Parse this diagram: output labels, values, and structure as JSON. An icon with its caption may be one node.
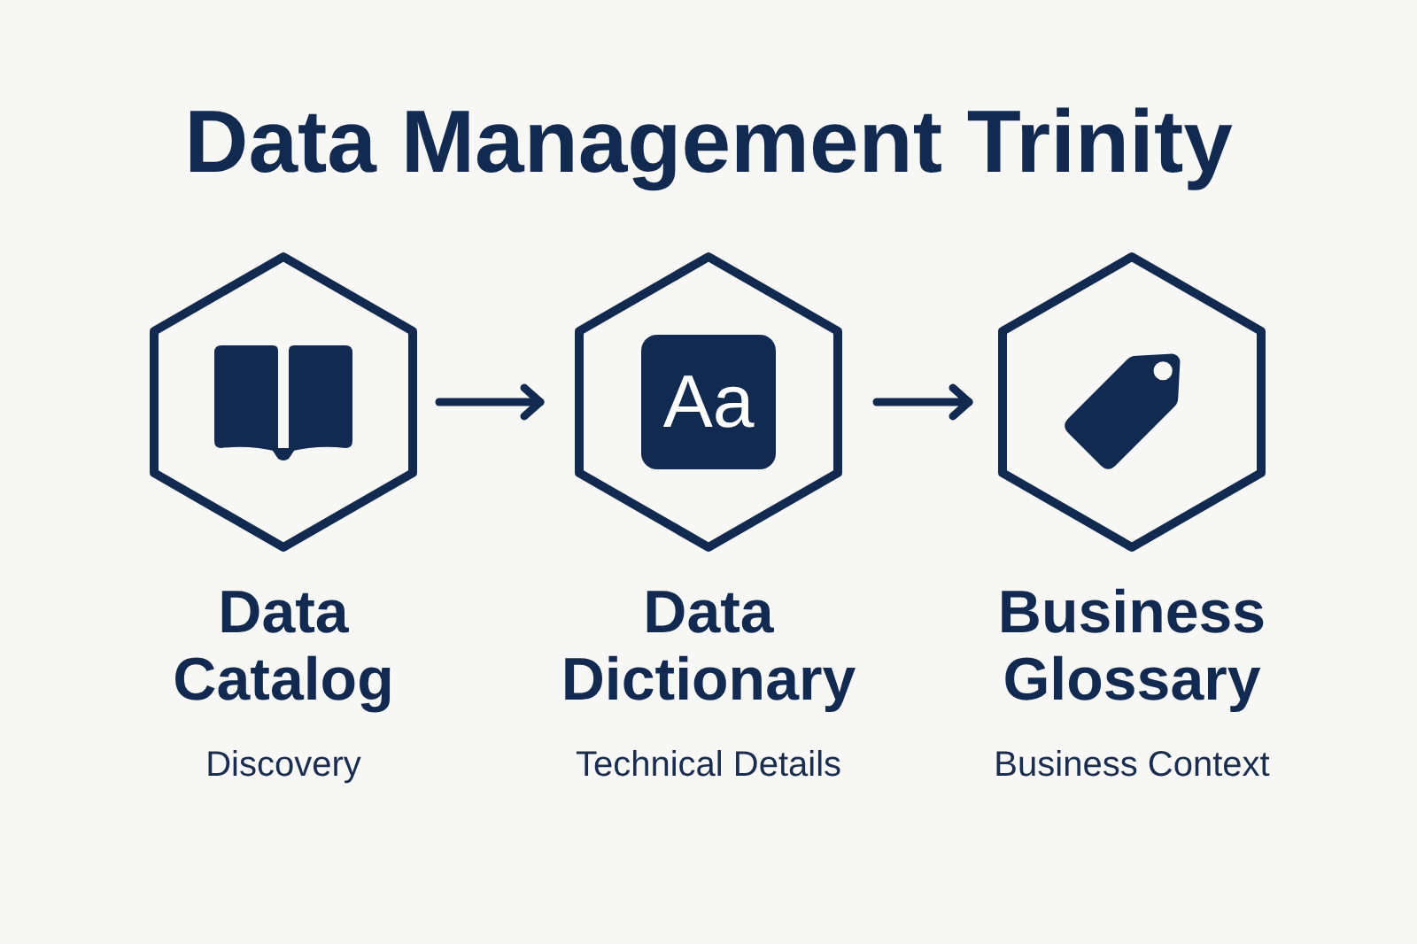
{
  "diagram": {
    "title": "Data Management Trinity",
    "nodes": [
      {
        "text": [
          "Data Catalog",
          "Discovery"
        ]
      },
      {
        "text": [
          "Aa",
          "Data Dictionary",
          "Technical Details"
        ]
      },
      {
        "text": [
          "Business Glossary",
          "Business Context"
        ]
      }
    ],
    "edges": [
      {
        "from": 0,
        "to": 1,
        "arrow": "to"
      },
      {
        "from": 1,
        "to": 2,
        "arrow": "to"
      }
    ]
  }
}
